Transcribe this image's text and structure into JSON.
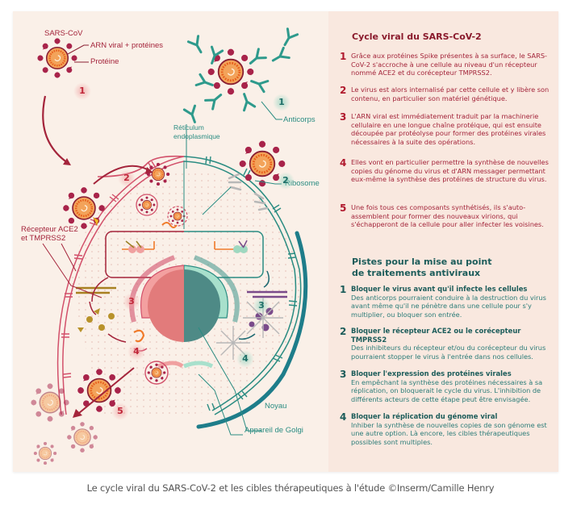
{
  "diagram": {
    "labels": {
      "sars_cov": "SARS-CoV",
      "arn_viral": "ARN viral + protéines",
      "proteine": "Protéine",
      "anticorps": "Anticorps",
      "reticulum": "Réticulum",
      "reticulum2": "endoplasmique",
      "ribosome": "Ribosome",
      "recepteur": "Récepteur ACE2",
      "recepteur2": "et TMPRSS2",
      "noyau": "Noyau",
      "golgi": "Appareil de Golgi"
    },
    "step_markers": {
      "red": [
        "1",
        "2",
        "3",
        "4",
        "5"
      ],
      "teal": [
        "1",
        "2",
        "3",
        "4"
      ]
    },
    "colors": {
      "viral_red": "#a4243b",
      "cell_teal": "#2a8c82",
      "virus_orange": "#f07a2a",
      "spike_crimson": "#a8234a"
    }
  },
  "cycle": {
    "title": "Cycle viral du SARS-CoV-2",
    "steps": [
      {
        "n": "1",
        "text": "Grâce aux protéines Spike présentes à sa surface, le SARS-CoV-2 s'accroche à une cellule au niveau d'un récepteur nommé ACE2 et du corécepteur TMPRSS2."
      },
      {
        "n": "2",
        "text": "Le virus est alors internalisé par cette cellule et y libère son contenu, en particulier son matériel génétique."
      },
      {
        "n": "3",
        "text": "L'ARN viral est immédiatement traduit par la machinerie cellulaire en une longue chaîne protéique, qui est ensuite découpée par protéolyse pour former des protéines virales nécessaires à la suite des opérations."
      },
      {
        "n": "4",
        "text": "Elles vont en particulier permettre la synthèse de nouvelles copies du génome du virus et d'ARN messager permettant eux-même la synthèse des protéines de structure du virus."
      },
      {
        "n": "5",
        "text": "Une fois tous ces composants synthétisés, ils s'auto-assemblent pour former des nouveaux virions, qui s'échapperont de la cellule pour aller infecter les voisines."
      }
    ]
  },
  "pistes": {
    "title_line1": "Pistes pour la mise au point",
    "title_line2": "de traitements antiviraux",
    "items": [
      {
        "n": "1",
        "heading": "Bloquer le virus avant qu'il infecte les cellules",
        "text": "Des anticorps pourraient conduire à la destruction du virus avant même qu'il ne pénètre dans une cellule pour s'y multiplier, ou bloquer son entrée."
      },
      {
        "n": "2",
        "heading": "Bloquer le récepteur ACE2 ou le corécepteur TMPRSS2",
        "text": "Des inhibiteurs du récepteur et/ou du corécepteur du virus pourraient stopper le virus à l'entrée dans nos cellules."
      },
      {
        "n": "3",
        "heading": "Bloquer l'expression des protéines virales",
        "text": "En empêchant la synthèse des protéines nécessaires à sa réplication, on bloquerait le cycle du virus. L'inhibition de différents acteurs de cette étape peut être envisagée."
      },
      {
        "n": "4",
        "heading": "Bloquer la réplication du génome viral",
        "text": "Inhiber la synthèse de nouvelles copies de son génome est une autre option. Là encore, les cibles thérapeutiques possibles sont multiples."
      }
    ]
  },
  "caption": "Le cycle viral du SARS-CoV-2 et les cibles thérapeutiques à l'étude ©Inserm/Camille Henry"
}
